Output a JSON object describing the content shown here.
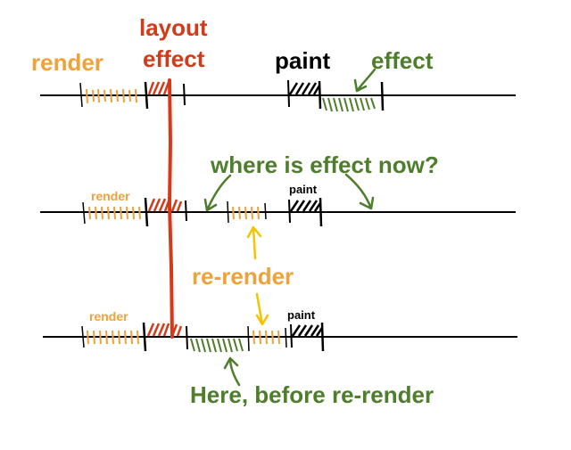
{
  "labels": {
    "top_render": "render",
    "layout_effect_line1": "layout",
    "layout_effect_line2": "effect",
    "top_paint": "paint",
    "top_effect": "effect",
    "question": "where is effect now?",
    "mid_render": "render",
    "mid_paint": "paint",
    "rerender": "re-render",
    "bottom_render": "render",
    "bottom_paint": "paint",
    "answer": "Here, before re-render"
  },
  "colors": {
    "render": "#f0a23a",
    "layout_effect": "#d43a1a",
    "effect": "#4e7d2b",
    "rerender_arrow": "#f5c400",
    "timeline": "#000000"
  }
}
